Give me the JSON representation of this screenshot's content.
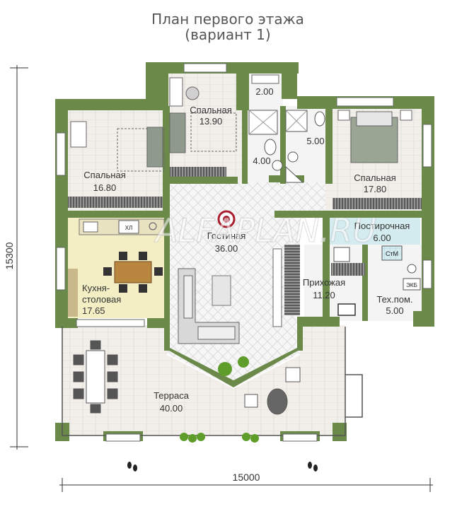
{
  "title": {
    "line1": "План первого этажа",
    "line2": "(вариант 1)"
  },
  "watermark": "ALFAPLAN.RU",
  "dimensions": {
    "width": "15000",
    "height": "15300"
  },
  "rooms": {
    "bedroom_top": {
      "name": "Спальная",
      "area": "13.90"
    },
    "bedroom_left": {
      "name": "Спальная",
      "area": "16.80"
    },
    "bedroom_right": {
      "name": "Спальная",
      "area": "17.80"
    },
    "hall_small": {
      "area": "2.00"
    },
    "bath_a": {
      "area": "4.00"
    },
    "bath_b": {
      "area": "5.00"
    },
    "living": {
      "name": "Гостиная",
      "area": "36.00"
    },
    "laundry": {
      "name": "Постирочная",
      "area": "6.00"
    },
    "kitchen": {
      "name1": "Кухня-",
      "name2": "столовая",
      "area": "17.65"
    },
    "entry": {
      "name": "Прихожая",
      "area": "11.20"
    },
    "tech": {
      "name": "Тех.пом.",
      "area": "5.00"
    },
    "terrace": {
      "name": "Терраса",
      "area": "40.00"
    }
  },
  "appliance_labels": {
    "washer": "СтМ",
    "fridge": "ХЛ",
    "boiler": "ЭКБ"
  },
  "colors": {
    "wall": "#6b8a4a",
    "floor": "#f3f3f3",
    "kitchen_floor": "#f3eec4",
    "laundry_floor": "#d4ebef",
    "wardrobe": "#4a4a4a",
    "furniture": "#8a8a8a"
  }
}
